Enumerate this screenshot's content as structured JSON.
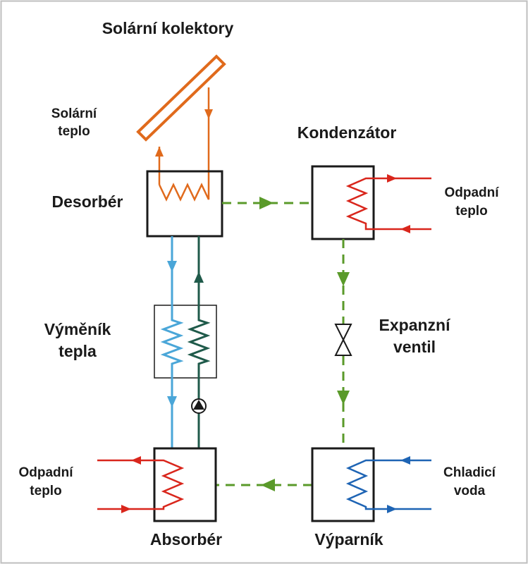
{
  "labels": {
    "solar_collectors": "Solární kolektory",
    "solar_heat_line1": "Solární",
    "solar_heat_line2": "teplo",
    "condenser": "Kondenzátor",
    "desorber": "Desorbér",
    "waste_heat_right_line1": "Odpadní",
    "waste_heat_right_line2": "teplo",
    "heat_exchanger_line1": "Výměník",
    "heat_exchanger_line2": "tepla",
    "expansion_valve_line1": "Expanzní",
    "expansion_valve_line2": "ventil",
    "waste_heat_left_line1": "Odpadní",
    "waste_heat_left_line2": "teplo",
    "cooling_water_line1": "Chladicí",
    "cooling_water_line2": "voda",
    "absorber": "Absorbér",
    "evaporator": "Výparník"
  },
  "colors": {
    "solar": "#e06a1c",
    "hot": "#d9261c",
    "cold": "#1e64b4",
    "weak": "#4aa6d8",
    "strong": "#1f5a4a",
    "refrigerant": "#5a9a2a",
    "frame": "#1a1a1a"
  }
}
